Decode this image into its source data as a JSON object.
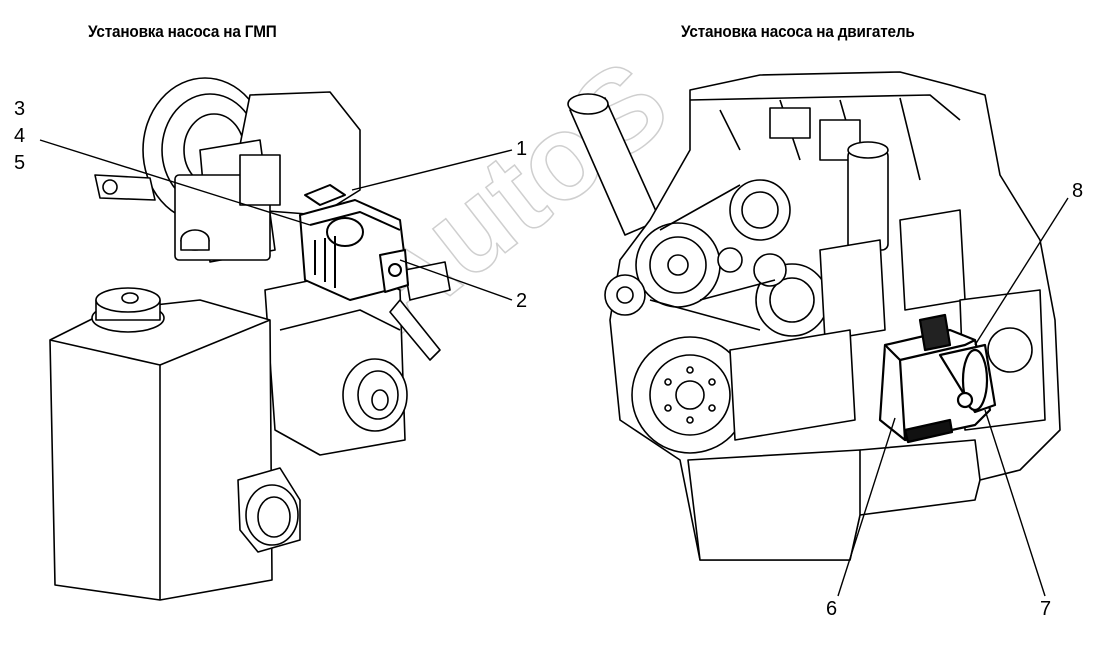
{
  "titles": {
    "left": "Установка насоса на ГМП",
    "right": "Установка насоса на двигатель"
  },
  "callouts": {
    "c1": "1",
    "c2": "2",
    "c3": "3",
    "c4": "4",
    "c5": "5",
    "c6": "6",
    "c7": "7",
    "c8": "8"
  },
  "watermark": "AutoS"
}
